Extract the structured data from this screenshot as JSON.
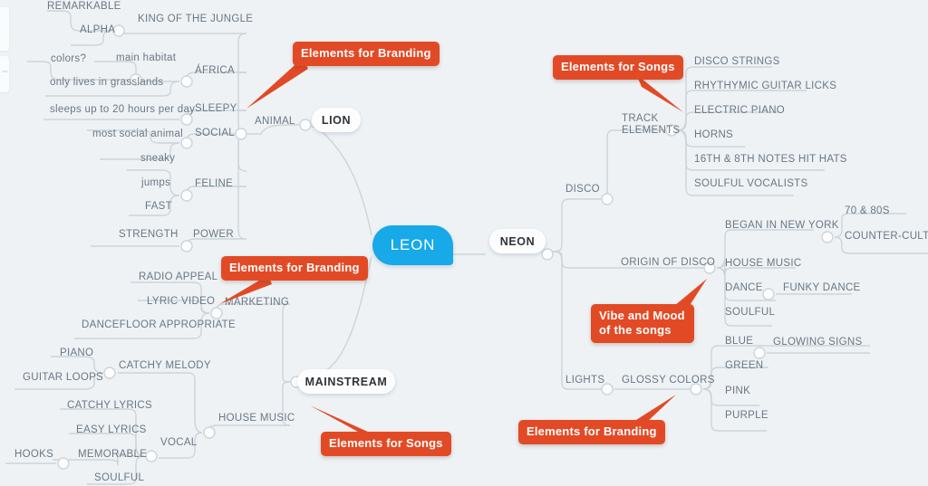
{
  "app": {
    "background_color": "#eef2f5",
    "root_node_color": "#17a9e8",
    "callout_color": "#e24a26",
    "line_color": "#ccd4da",
    "label_color": "#6b7782"
  },
  "root": {
    "label": "LEON"
  },
  "branches": [
    {
      "label": "LION",
      "side": "left",
      "children": [
        {
          "label": "ANIMAL",
          "children": [
            {
              "label": "KING OF THE JUNGLE",
              "children": [
                {
                  "label": "ALPHA",
                  "children": [
                    {
                      "label": "REMARKABLE"
                    }
                  ]
                }
              ]
            },
            {
              "label": "ÁFRICA",
              "children": [
                {
                  "label": "main habitat",
                  "children": [
                    {
                      "label": "colors?"
                    }
                  ]
                },
                {
                  "label": "only lives in grasslands"
                }
              ]
            },
            {
              "label": "SLEEPY",
              "children": [
                {
                  "label": "sleeps up to 20 hours per day"
                }
              ]
            },
            {
              "label": "SOCIAL",
              "children": [
                {
                  "label": "most social animal"
                },
                {
                  "label": "sneaky"
                }
              ]
            },
            {
              "label": "FELINE",
              "children": [
                {
                  "label": "jumps"
                },
                {
                  "label": "FAST"
                }
              ]
            },
            {
              "label": "POWER",
              "children": [
                {
                  "label": "STRENGTH"
                }
              ]
            }
          ]
        }
      ]
    },
    {
      "label": "MAINSTREAM",
      "side": "left",
      "children": [
        {
          "label": "MARKETING",
          "children": [
            {
              "label": "RADIO APPEAL"
            },
            {
              "label": "LYRIC VIDEO"
            },
            {
              "label": "DANCEFLOOR APPROPRIATE"
            }
          ]
        },
        {
          "label": "HOUSE MUSIC",
          "children": [
            {
              "label": "CATCHY MELODY",
              "children": [
                {
                  "label": "GUITAR LOOPS",
                  "children": [
                    {
                      "label": "PIANO"
                    }
                  ]
                }
              ]
            },
            {
              "label": "VOCAL",
              "children": [
                {
                  "label": "CATCHY LYRICS"
                },
                {
                  "label": "EASY LYRICS"
                },
                {
                  "label": "MEMORABLE",
                  "children": [
                    {
                      "label": "HOOKS"
                    }
                  ]
                },
                {
                  "label": "SOULFUL"
                }
              ]
            }
          ]
        }
      ]
    },
    {
      "label": "NEON",
      "side": "right",
      "children": [
        {
          "label": "DISCO",
          "children": [
            {
              "label": "TRACK ELEMENTS",
              "children": [
                {
                  "label": "DISCO STRINGS"
                },
                {
                  "label": "RHYTHYMIC GUITAR LICKS"
                },
                {
                  "label": "ELECTRIC PIANO"
                },
                {
                  "label": "HORNS"
                },
                {
                  "label": "16TH & 8TH NOTES HIT HATS"
                },
                {
                  "label": "SOULFUL VOCALISTS"
                }
              ]
            }
          ]
        },
        {
          "label": "ORIGIN OF DISCO",
          "children": [
            {
              "label": "BEGAN IN NEW YORK",
              "children": [
                {
                  "label": "70 & 80S"
                },
                {
                  "label": "COUNTER-CULTURE"
                }
              ]
            },
            {
              "label": "HOUSE MUSIC"
            },
            {
              "label": "DANCE",
              "children": [
                {
                  "label": "FUNKY DANCE"
                }
              ]
            },
            {
              "label": "SOULFUL"
            }
          ]
        },
        {
          "label": "LIGHTS",
          "children": [
            {
              "label": "GLOSSY COLORS",
              "children": [
                {
                  "label": "BLUE",
                  "children": [
                    {
                      "label": "GLOWING SIGNS"
                    }
                  ]
                },
                {
                  "label": "GREEN"
                },
                {
                  "label": "PINK"
                },
                {
                  "label": "PURPLE"
                }
              ]
            }
          ]
        }
      ]
    }
  ],
  "labels": {
    "remarkable": "REMARKABLE",
    "king_of_the_jungle": "KING OF THE JUNGLE",
    "alpha": "ALPHA",
    "colors_q": "colors?",
    "main_habitat": "main habitat",
    "africa": "ÁFRICA",
    "only_lives_in_grasslands": "only lives in grasslands",
    "sleeps_20h": "sleeps up to 20 hours per day",
    "sleepy": "SLEEPY",
    "most_social_animal": "most social animal",
    "social": "SOCIAL",
    "animal": "ANIMAL",
    "sneaky": "sneaky",
    "jumps": "jumps",
    "feline": "FELINE",
    "fast": "FAST",
    "strength": "STRENGTH",
    "power": "POWER",
    "radio_appeal": "RADIO APPEAL",
    "lyric_video": "LYRIC VIDEO",
    "marketing": "MARKETING",
    "dancefloor_appropriate": "DANCEFLOOR APPROPRIATE",
    "piano": "PIANO",
    "guitar_loops": "GUITAR LOOPS",
    "catchy_melody": "CATCHY MELODY",
    "catchy_lyrics": "CATCHY LYRICS",
    "easy_lyrics": "EASY LYRICS",
    "house_music_left": "HOUSE MUSIC",
    "hooks": "HOOKS",
    "memorable": "MEMORABLE",
    "vocal": "VOCAL",
    "soulful_left": "SOULFUL",
    "disco_strings": "DISCO STRINGS",
    "rhythymic_guitar_licks": "RHYTHYMIC GUITAR LICKS",
    "electric_piano": "ELECTRIC PIANO",
    "track_elements_line1": "TRACK",
    "track_elements_line2": "ELEMENTS",
    "horns": "HORNS",
    "hit_hats": "16TH & 8TH NOTES HIT HATS",
    "soulful_vocalists": "SOULFUL VOCALISTS",
    "disco": "DISCO",
    "began_in_new_york": "BEGAN IN NEW YORK",
    "seventy_eighty": "70 & 80S",
    "counter_culture": "COUNTER-CULTURE",
    "origin_of_disco": "ORIGIN OF DISCO",
    "house_music_right": "HOUSE MUSIC",
    "dance": "DANCE",
    "funky_dance": "FUNKY DANCE",
    "soulful_right": "SOULFUL",
    "blue": "BLUE",
    "glowing_signs": "GLOWING SIGNS",
    "green": "GREEN",
    "lights": "LIGHTS",
    "glossy_colors": "GLOSSY COLORS",
    "pink": "PINK",
    "purple": "PURPLE",
    "lion": "LION",
    "neon": "NEON",
    "mainstream": "MAINSTREAM"
  },
  "callouts": [
    {
      "id": "branding-top-left",
      "text": "Elements for Branding"
    },
    {
      "id": "songs-top-right",
      "text": "Elements for Songs"
    },
    {
      "id": "branding-mid-left",
      "text": "Elements for Branding"
    },
    {
      "id": "vibe-and-mood",
      "text": "Vibe and Mood\nof the songs"
    },
    {
      "id": "songs-bottom-left",
      "text": "Elements for Songs"
    },
    {
      "id": "branding-bottom-right",
      "text": "Elements for Branding"
    }
  ]
}
